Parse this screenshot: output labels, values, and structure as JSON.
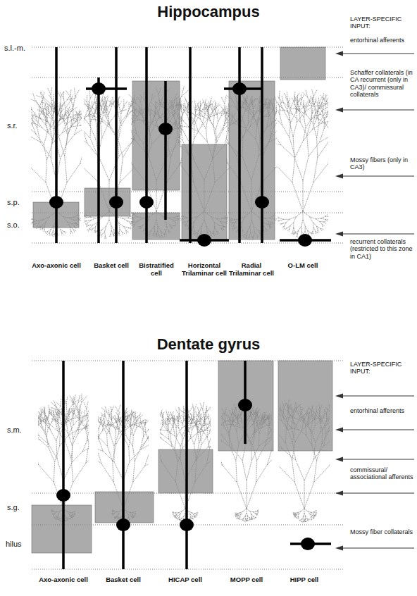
{
  "diagram": {
    "labels": [
      "Hippocampus",
      "LAYER-SPECIFIC INPUT:",
      "s.l.-m.",
      "entorhinal afferents",
      "s.r.",
      "Schaffer collaterals (in CA recurrent (only in CA3)/ commissural collaterals",
      "Mossy fibers (only in CA3)",
      "s.p.",
      "s.o.",
      "recurrent collaterals (restricted to this zone in CA1)",
      "Axo-axonic cell",
      "Basket cell",
      "Bistratified cell",
      "Horizontal Trilaminar cell",
      "Radial Trilaminar cell",
      "O-LM cell",
      "Dentate gyrus",
      "LAYER-SPECIFIC INPUT:",
      "s.m.",
      "entorhinal afferents",
      "commissural/ associational afferents",
      "s.g.",
      "Mossy fiber collaterals",
      "hilus",
      "Axo-axonic cell",
      "Basket cell",
      "HICAP cell",
      "MOPP cell",
      "HIPP cell"
    ]
  }
}
